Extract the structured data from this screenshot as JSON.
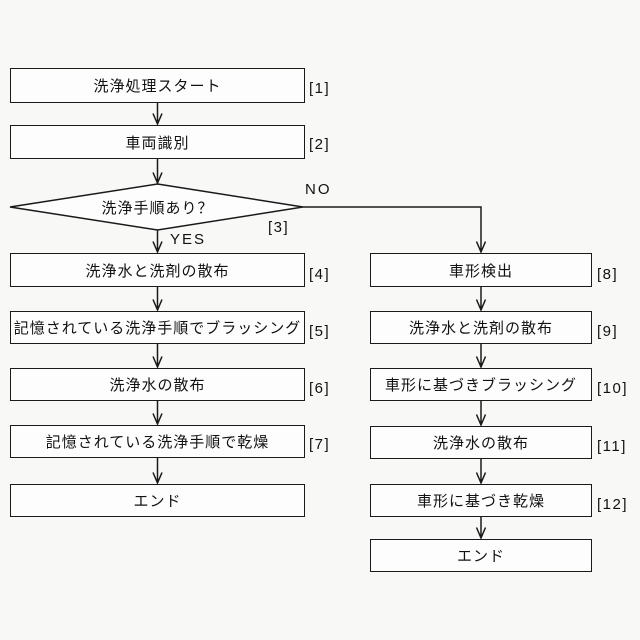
{
  "diagram": {
    "colors": {
      "background": "#f8f8f7",
      "box_fill": "#fdfdfd",
      "line": "#1a1a1a"
    },
    "nodes": {
      "start": {
        "text": "洗浄処理スタート",
        "ref": "[1]"
      },
      "vehicle_id": {
        "text": "車両識別",
        "ref": "[2]"
      },
      "decision": {
        "text": "洗浄手順あり？",
        "ref": "[3]"
      },
      "spray_water_detergent_left": {
        "text": "洗浄水と洗剤の散布",
        "ref": "[4]"
      },
      "brushing_memorized": {
        "text": "記憶されている洗浄手順でブラッシング",
        "ref": "[5]"
      },
      "spray_water_left": {
        "text": "洗浄水の散布",
        "ref": "[6]"
      },
      "drying_memorized": {
        "text": "記憶されている洗浄手順で乾燥",
        "ref": "[7]"
      },
      "end_left": {
        "text": "エンド"
      },
      "shape_detect": {
        "text": "車形検出",
        "ref": "[8]"
      },
      "spray_water_detergent_right": {
        "text": "洗浄水と洗剤の散布",
        "ref": "[9]"
      },
      "brushing_shape": {
        "text": "車形に基づきブラッシング",
        "ref": "[10]"
      },
      "spray_water_right": {
        "text": "洗浄水の散布",
        "ref": "[11]"
      },
      "drying_shape": {
        "text": "車形に基づき乾燥",
        "ref": "[12]"
      },
      "end_right": {
        "text": "エンド"
      }
    },
    "branch_labels": {
      "yes": "YES",
      "no": "NO"
    }
  }
}
